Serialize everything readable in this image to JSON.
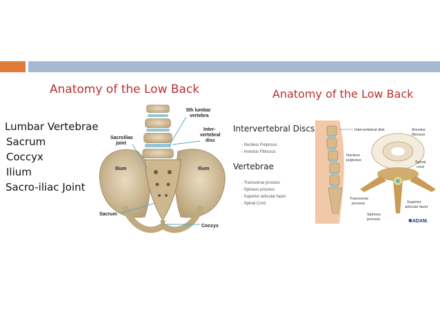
{
  "slide": {
    "title_left": "Anatomy of the Low Back",
    "terms": [
      "Lumbar Vertebrae",
      "Sacrum",
      "Coccyx",
      "Ilium",
      "Sacro-iliac Joint"
    ]
  },
  "pelvis_figure": {
    "labels": {
      "lumbar": "5th lumbar",
      "lumbar2": "vertebra",
      "sacroiliac": "Sacroiliac",
      "sacroiliac2": "joint",
      "disc": "Inter-",
      "disc2": "vertebral",
      "disc3": "disc",
      "ilium_left": "Ilium",
      "ilium_right": "Ilium",
      "sacrum": "Sacrum",
      "coccyx": "Coccyx"
    }
  },
  "spine_figure": {
    "title": "Anatomy of the Low Back",
    "section1": "Intervertebral Discs",
    "section1_items": [
      "Nucleus Pulposus",
      "Annulus Fibrosus"
    ],
    "section2": "Vertebrae",
    "section2_items": [
      "Transverse process",
      "Spinous process",
      "Superior articular facet",
      "Spinal Cord"
    ],
    "labels": {
      "ivdisk": "Intervertebral disk",
      "annulus": "Annulus",
      "annulus2": "fibrosus",
      "nucleus": "Nucleus",
      "nucleus2": "pulposus",
      "spinal": "Spinal",
      "spinal2": "cord",
      "transverse": "Transverse",
      "transverse2": "process",
      "superior": "Superior",
      "superior2": "articular facet",
      "spinous": "Spinous",
      "spinous2": "process",
      "brand": "✱ADAM."
    }
  },
  "colors": {
    "accent_orange": "#e07b39",
    "accent_blue": "#a7b9d1",
    "title_red": "#b8312f",
    "bone": "#d9c7a3",
    "disc_blue": "#8fc6d8"
  }
}
